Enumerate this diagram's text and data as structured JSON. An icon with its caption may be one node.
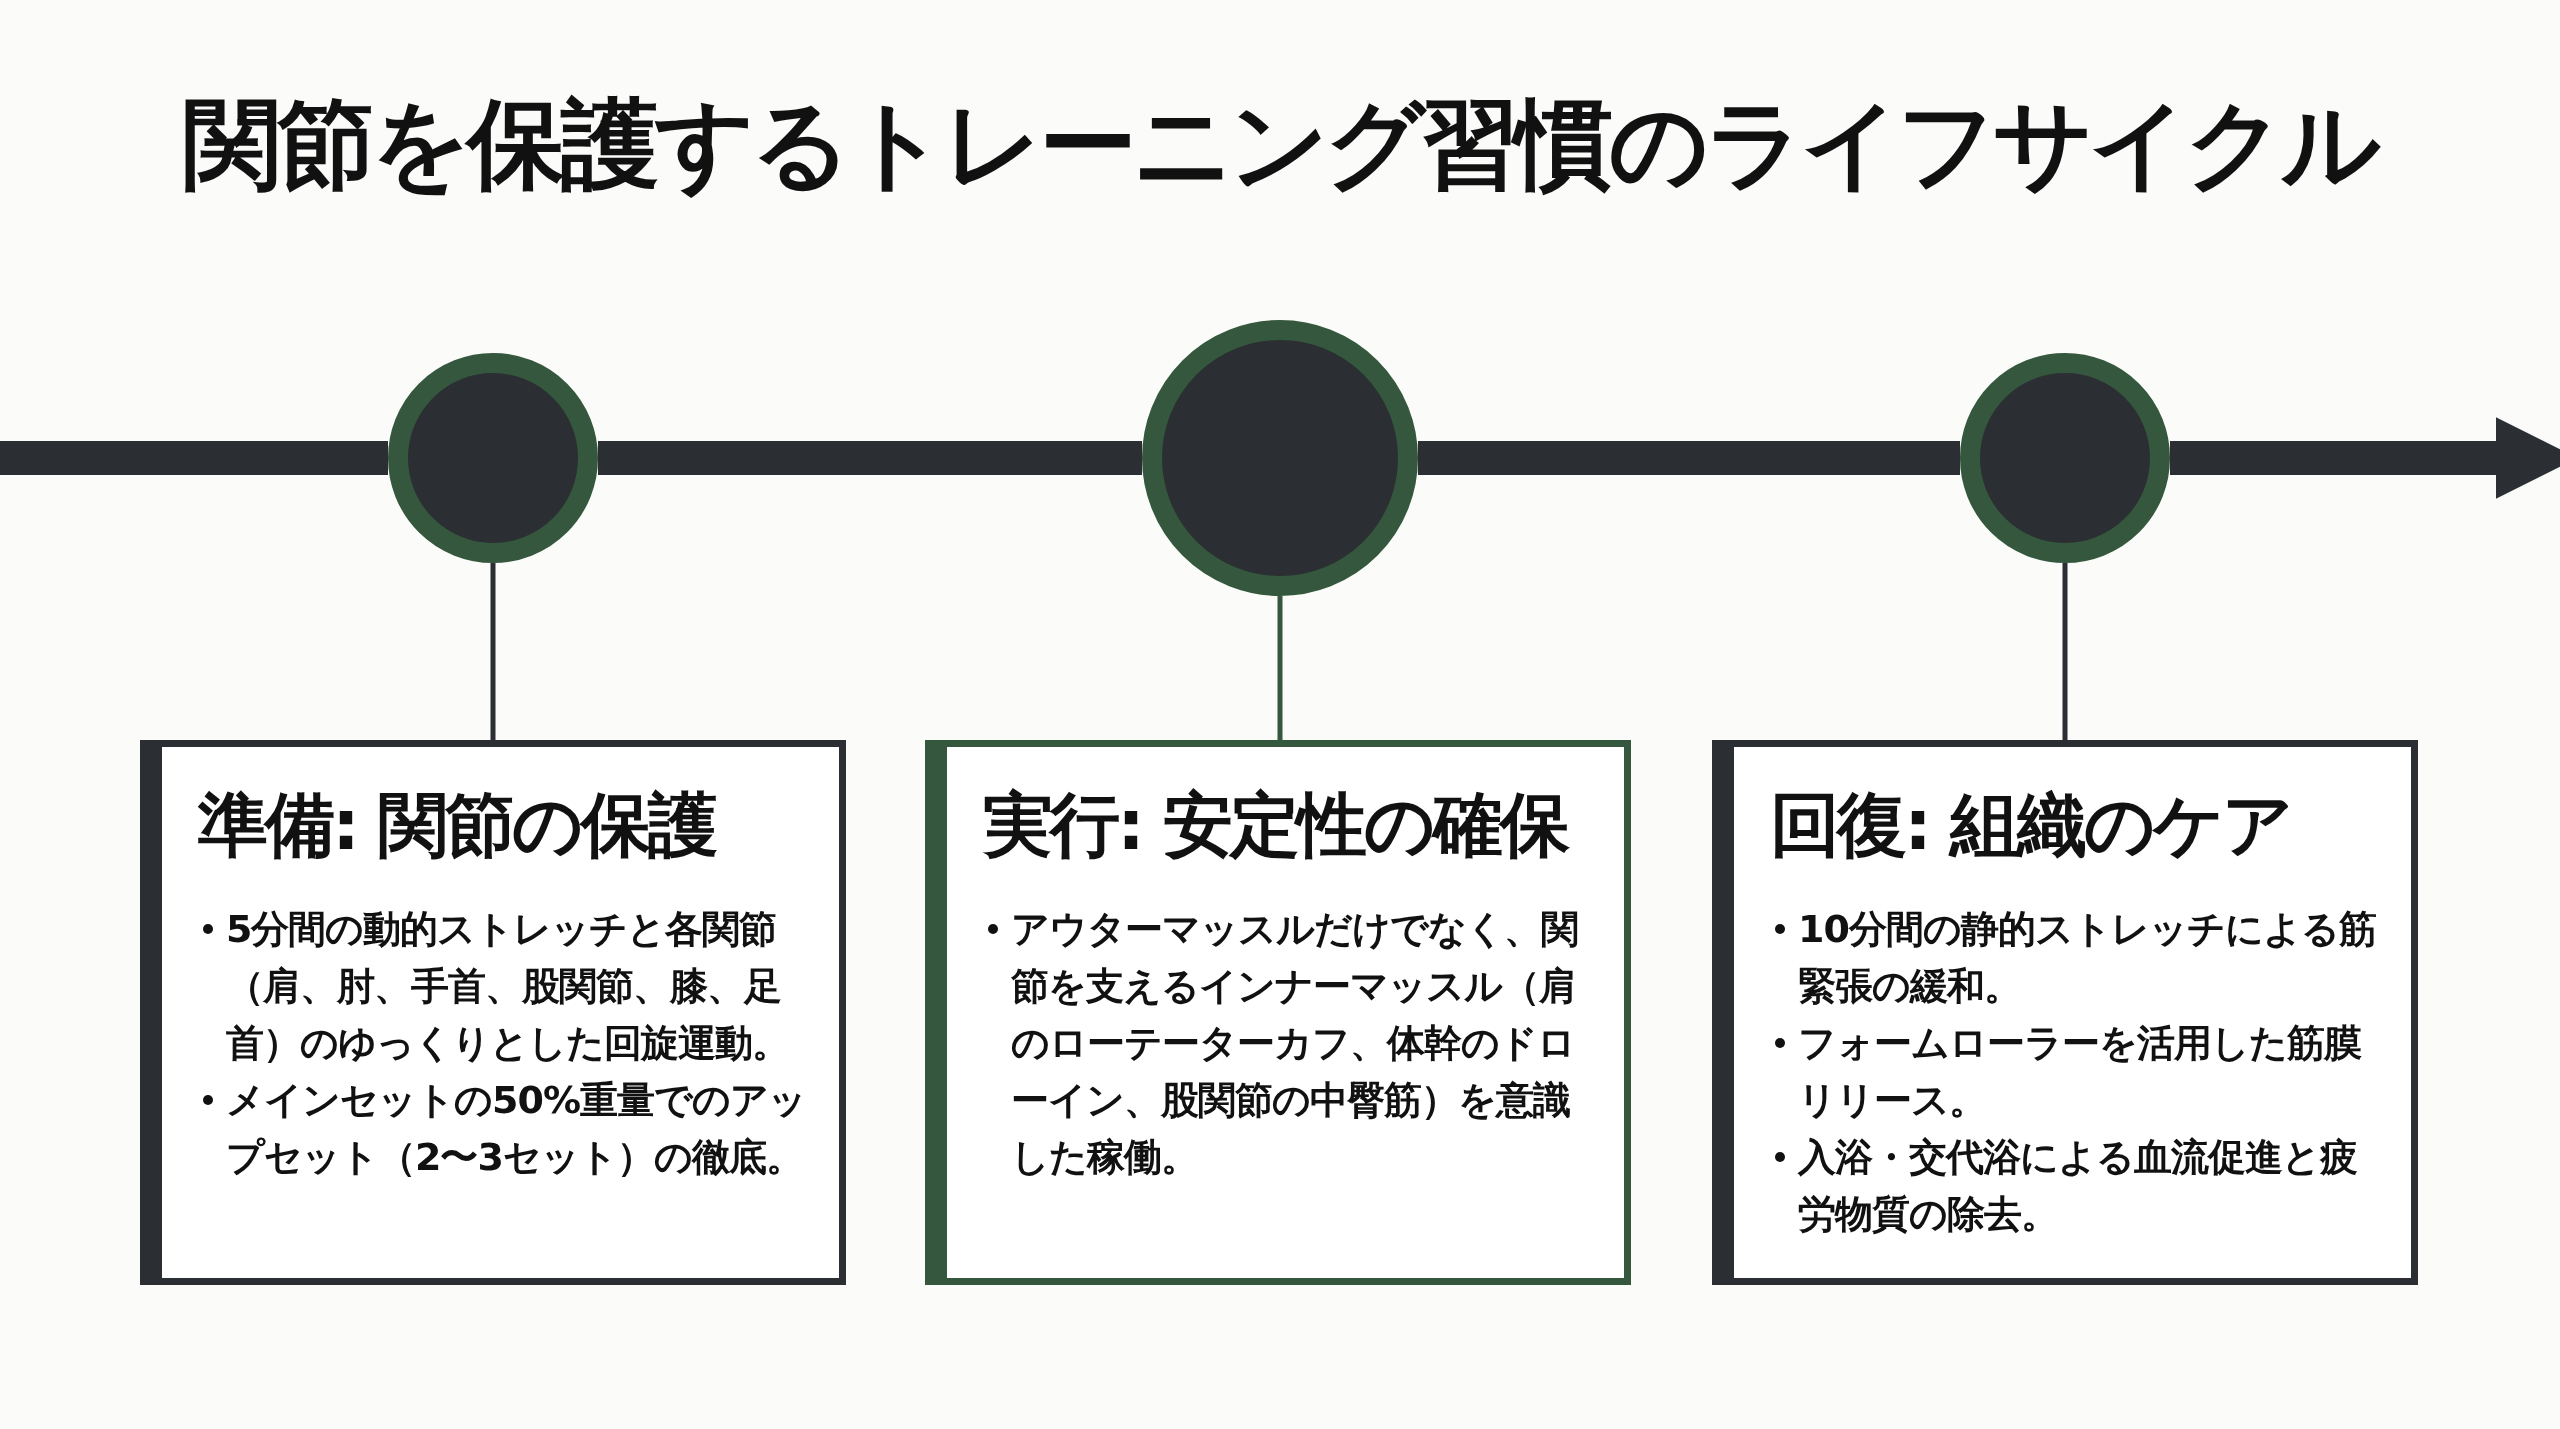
{
  "diagram": {
    "title": "関節を保護するトレーニング習慣のライフサイクル",
    "nodes": [
      {
        "text": [],
        "shape": "circle"
      },
      {
        "text": [],
        "shape": "circle"
      },
      {
        "text": [],
        "shape": "circle"
      },
      {
        "text": [
          "準備: 関節の保護",
          "5分間の動的ストレッチと各関節（肩、肘、手首、股関節、膝、足首）のゆっくりとした回旋運動。",
          "メインセットの50%重量でのアップセット（2〜3セット）の徹底。"
        ]
      },
      {
        "text": [
          "実行: 安定性の確保",
          "アウターマッスルだけでなく、関節を支えるインナーマッスル（肩のローテーターカフ、体幹のドローイン、股関節の中臀筋）を意識した稼働。"
        ]
      },
      {
        "text": [
          "回復: 組織のケア",
          "10分間の静的ストレッチによる筋緊張の緩和。",
          "フォームローラーを活用した筋膜リリース。",
          "入浴・交代浴による血流促進と疲労物質の除去。"
        ]
      }
    ],
    "edges": [
      {
        "from": null,
        "to": 0,
        "arrow": "none"
      },
      {
        "from": 0,
        "to": 1,
        "arrow": "none"
      },
      {
        "from": 1,
        "to": 2,
        "arrow": "none"
      },
      {
        "from": 2,
        "to": null,
        "arrow": "to"
      },
      {
        "from": 0,
        "to": 3,
        "arrow": "none"
      },
      {
        "from": 1,
        "to": 4,
        "arrow": "none",
        "color": "#35573d"
      },
      {
        "from": 2,
        "to": 5,
        "arrow": "none"
      }
    ]
  }
}
